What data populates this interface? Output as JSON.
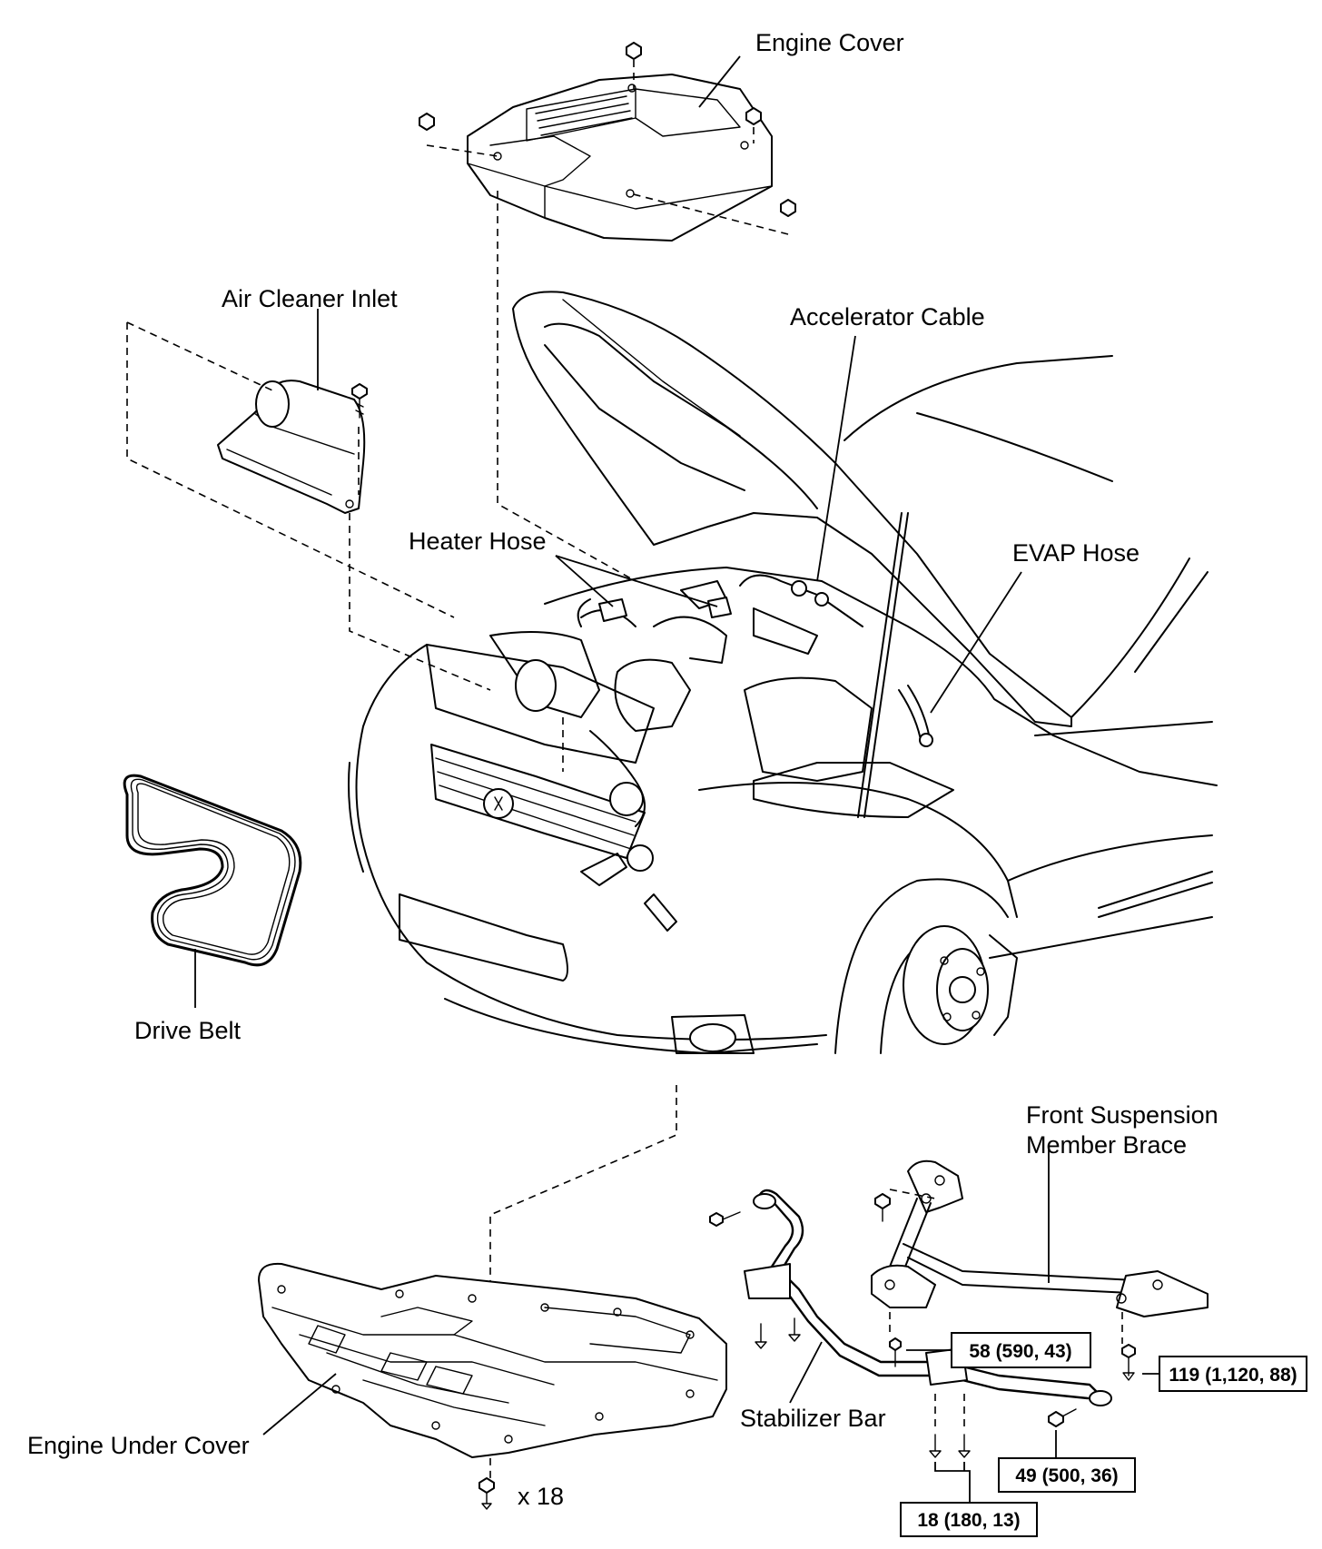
{
  "labels": {
    "engine_cover": "Engine Cover",
    "air_cleaner_inlet": "Air Cleaner Inlet",
    "accelerator_cable": "Accelerator Cable",
    "heater_hose": "Heater Hose",
    "evap_hose": "EVAP Hose",
    "drive_belt": "Drive Belt",
    "front_suspension_line1": "Front  Suspension",
    "front_suspension_line2": "Member Brace",
    "engine_under_cover": "Engine Under Cover",
    "stabilizer_bar": "Stabilizer Bar",
    "bolt_count": "x 18"
  },
  "torque_specs": {
    "member_brace_left": "58 (590, 43)",
    "member_brace_right": "119 (1,120, 88)",
    "stabilizer_bracket": "49 (500, 36)",
    "stabilizer_bushing": "18 (180, 13)"
  }
}
